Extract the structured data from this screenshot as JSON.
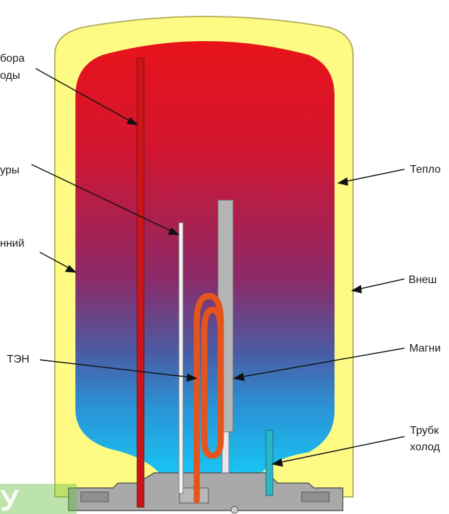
{
  "labels": {
    "hot_outlet": [
      "бора",
      "оды"
    ],
    "thermostat": "уры",
    "inner_tank": "нний",
    "heater": "ТЭН",
    "insulation": "Тепло",
    "outer_shell": "Внеш",
    "anode": "Магни",
    "cold_inlet": [
      "Трубк",
      "холод"
    ]
  },
  "watermark": "У",
  "colors": {
    "outer_shell": "#fdfb84",
    "shell_outline": "#b8b060",
    "hot_water": "#e8141a",
    "mid_water": "#8a2a6a",
    "cold_water": "#19c4f2",
    "hot_pipe": "#c8161b",
    "heater_coil": "#e4541c",
    "anode_rod": "#b5b5b5",
    "base_gray": "#a9a9a9",
    "cold_pipe": "#2bb6c8",
    "watermark": "#6cc24a"
  }
}
